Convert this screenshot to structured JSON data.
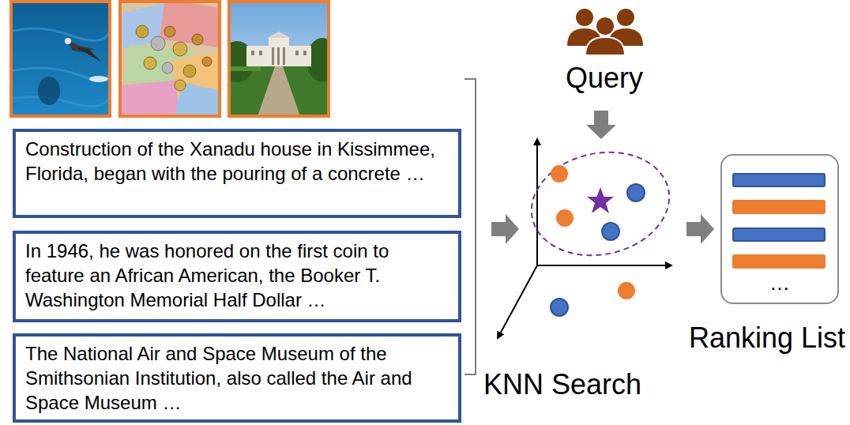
{
  "diagram": {
    "nodes": [
      {
        "text": [
          "Construction of the Xanadu house in Kissimmee, Florida, began with the pouring of a concrete …"
        ]
      },
      {
        "text": [
          "In 1946, he was honored on the first coin to feature an African American, the Booker T. Washington Memorial Half Dollar …"
        ]
      },
      {
        "text": [
          "The National Air and Space Museum of the Smithsonian Institution, also called the Air and Space Museum …"
        ]
      },
      {
        "text": [
          "…",
          "Ranking List"
        ]
      }
    ],
    "labels": [
      "Query",
      "KNN Search"
    ]
  }
}
